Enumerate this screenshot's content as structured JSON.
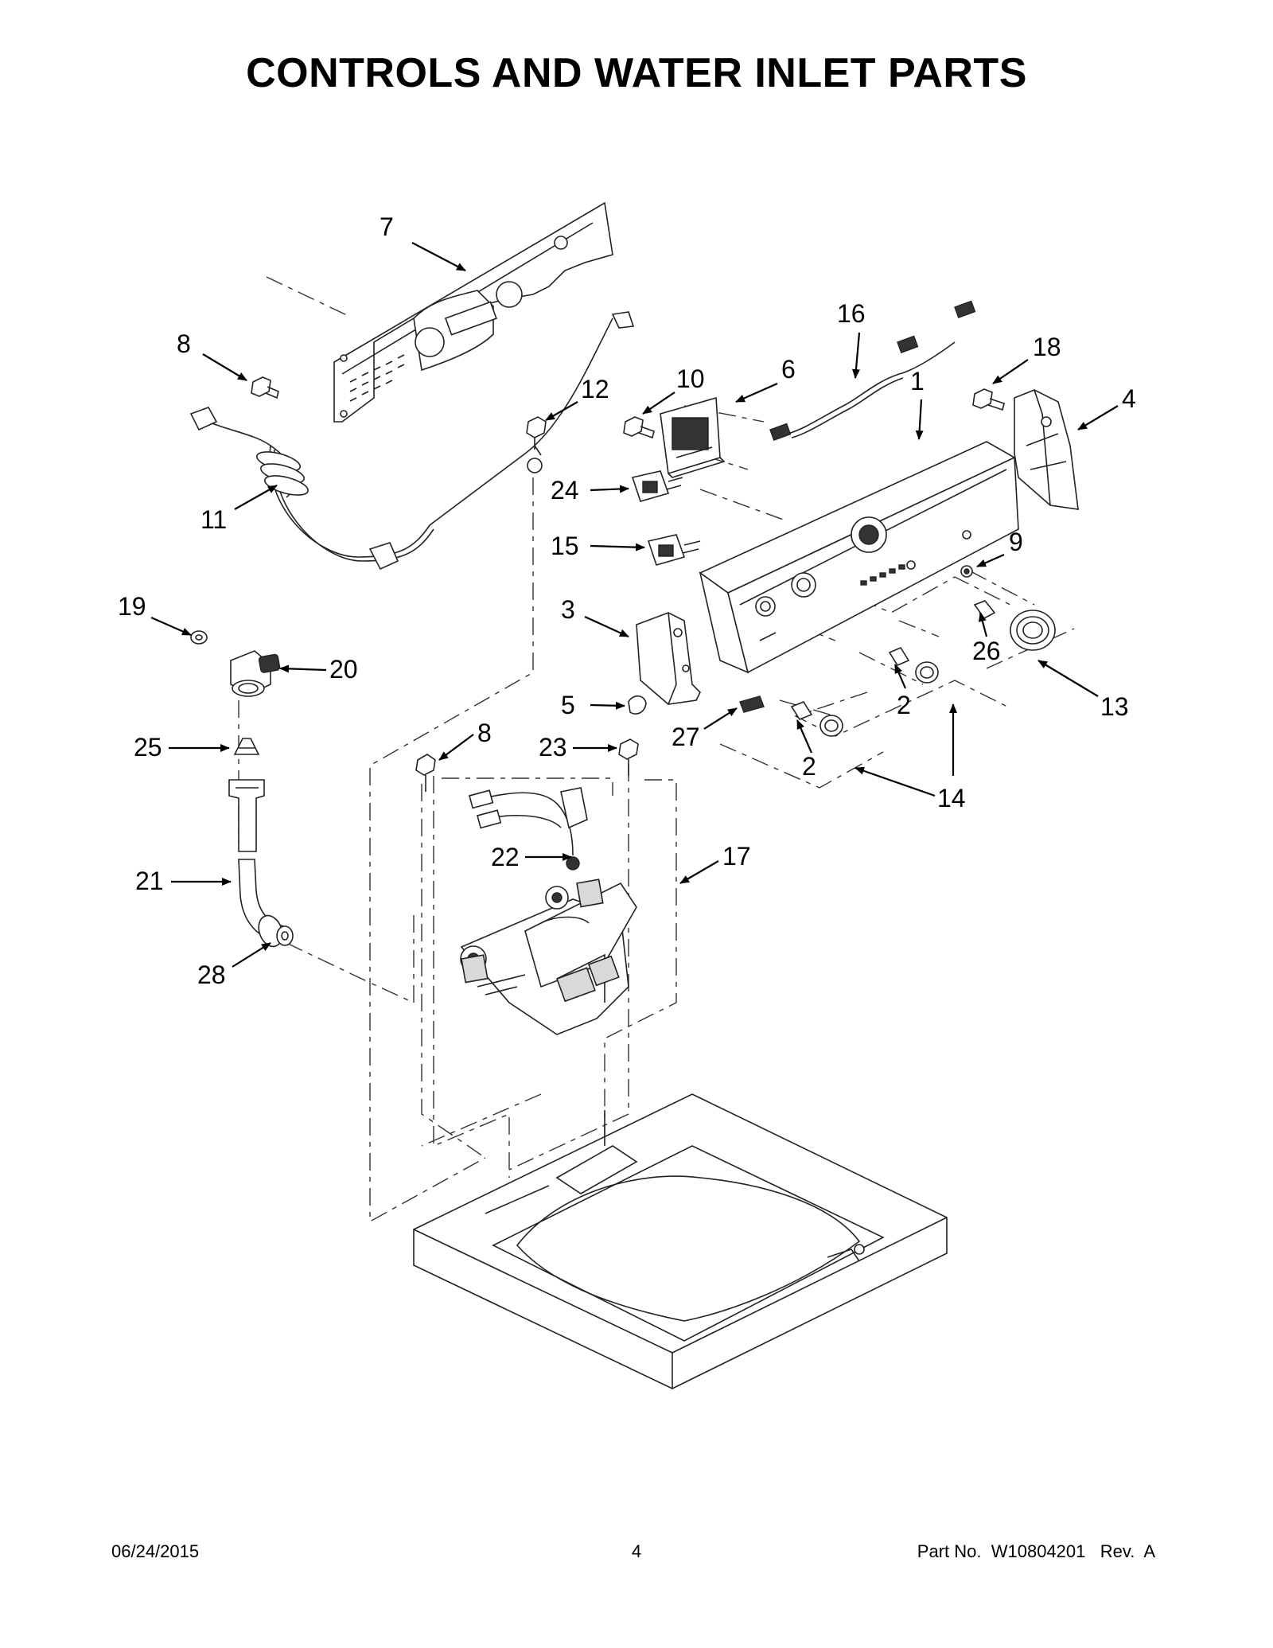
{
  "title": "CONTROLS AND WATER INLET PARTS",
  "footer": {
    "date": "06/24/2015",
    "page": "4",
    "part_no": "Part No.  W10804201   Rev.  A"
  },
  "callouts": [
    {
      "id": "c7",
      "label": "7"
    },
    {
      "id": "c8a",
      "label": "8"
    },
    {
      "id": "c12",
      "label": "12"
    },
    {
      "id": "c11",
      "label": "11"
    },
    {
      "id": "c10",
      "label": "10"
    },
    {
      "id": "c6",
      "label": "6"
    },
    {
      "id": "c16",
      "label": "16"
    },
    {
      "id": "c18",
      "label": "18"
    },
    {
      "id": "c1",
      "label": "1"
    },
    {
      "id": "c4",
      "label": "4"
    },
    {
      "id": "c24",
      "label": "24"
    },
    {
      "id": "c15",
      "label": "15"
    },
    {
      "id": "c9",
      "label": "9"
    },
    {
      "id": "c19",
      "label": "19"
    },
    {
      "id": "c20",
      "label": "20"
    },
    {
      "id": "c3",
      "label": "3"
    },
    {
      "id": "c26",
      "label": "26"
    },
    {
      "id": "c13",
      "label": "13"
    },
    {
      "id": "c5",
      "label": "5"
    },
    {
      "id": "c2a",
      "label": "2"
    },
    {
      "id": "c27",
      "label": "27"
    },
    {
      "id": "c25",
      "label": "25"
    },
    {
      "id": "c8b",
      "label": "8"
    },
    {
      "id": "c23",
      "label": "23"
    },
    {
      "id": "c2b",
      "label": "2"
    },
    {
      "id": "c14",
      "label": "14"
    },
    {
      "id": "c22",
      "label": "22"
    },
    {
      "id": "c17",
      "label": "17"
    },
    {
      "id": "c21",
      "label": "21"
    },
    {
      "id": "c28",
      "label": "28"
    }
  ]
}
